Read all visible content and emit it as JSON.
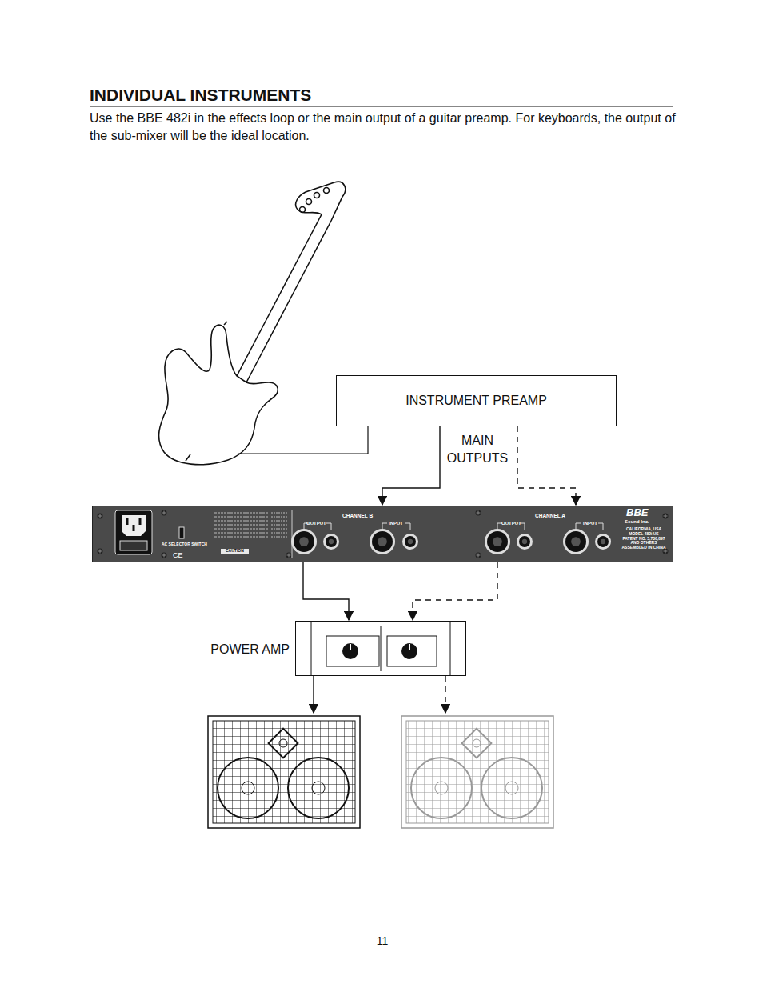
{
  "diagram": {
    "title": "INDIVIDUAL INSTRUMENTS",
    "nodes": [
      {
        "text": [
          "INSTRUMENT PREAMP"
        ]
      },
      {
        "text": [
          "AC SELECTOR SWITCH",
          "CAUTION",
          "CE",
          "CHANNEL B",
          "OUTPUT",
          "INPUT",
          "CHANNEL A",
          "OUTPUT",
          "INPUT",
          "BBE",
          "Sound Inc.",
          "CALIFORNIA, USA MODEL 482i US PATENT NO. 5,736,897 AND OTHERS ASSEMBLED IN CHINA"
        ]
      },
      {
        "text": [
          "POWER AMP"
        ]
      }
    ],
    "edges": [
      {
        "from": 0,
        "to": 1,
        "arrow": "to"
      },
      {
        "from": 0,
        "to": 1,
        "arrow": "to"
      },
      {
        "from": 1,
        "to": 2,
        "arrow": "to"
      },
      {
        "from": 1,
        "to": 2,
        "arrow": "to"
      }
    ],
    "labels": [
      "Use the BBE 482i in the effects loop or the main output of a guitar preamp. For keyboards, the output of the sub-mixer will be the ideal location.",
      "MAIN OUTPUTS",
      "11"
    ]
  }
}
